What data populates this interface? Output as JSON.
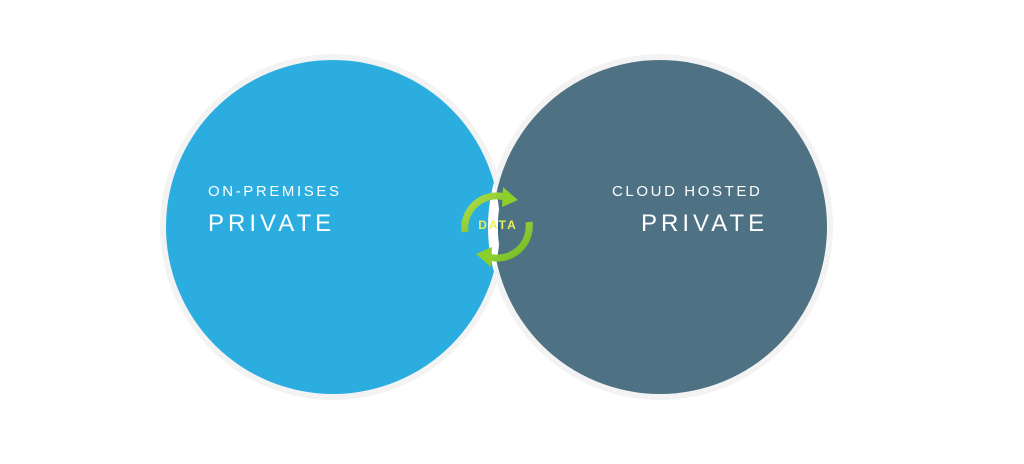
{
  "left_circle": {
    "subtitle": "ON-PREMISES",
    "title": "PRIVATE",
    "color": "#2bade0"
  },
  "right_circle": {
    "subtitle": "CLOUD HOSTED",
    "title": "PRIVATE",
    "color": "#4e7184"
  },
  "overlap": {
    "label": "DATA",
    "color": "#1f5a80",
    "icon": "sync-arrows-icon",
    "icon_color": "#8ccf2b",
    "label_color": "#e6ef5a"
  }
}
